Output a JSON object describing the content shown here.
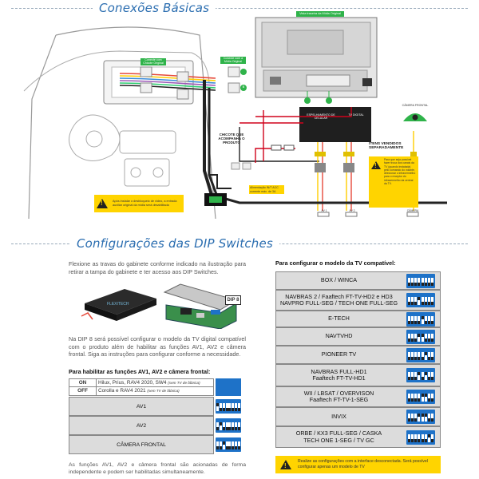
{
  "header": {
    "connections_title": "Conexões Básicas",
    "dip_title": "Configurações das DIP Switches"
  },
  "diagram": {
    "media_back_label": "Vista traseira da Mídia Original",
    "oem_harness_label": "Conecte com Chicote Original",
    "oem_media_label": "Conecte com a Mídia Original",
    "harness_label": "CHICOTE QUE ACOMPANHA O PRODUTO",
    "connector_a": "A",
    "connector_b": "B",
    "cellular_label": "ESPELHAMENTO DE CELULAR",
    "digital_tv_label": "TV DIGITAL",
    "camera_label": "CÂMERA FRONTAL",
    "separate_items": "ITENS VENDIDOS SEPARADAMENTE",
    "power_label": "Alimentação IN/T ACC corrente máx. de 3A",
    "note_install": "Após instalar o desbloqueio de vídeo, a entrada auxiliar original da mídia será desabilitada",
    "note_controller": "Para que seja possível fazer troca dos canais da TV (quando instalada) pelo comando do volante, direcionar o infravermelho para o receptor do infravermelho da central da TV.",
    "av1_tag": "AV 1",
    "av2_tag": "AV 2",
    "cam_tag": "CÂMERA"
  },
  "left": {
    "intro": "Flexione as travas do gabinete conforme indicado na ilustração para retirar a tampa do gabinete e ter acesso aos DIP Switches.",
    "dip_tag": "DIP 8",
    "body": "Na DIP 8 será possível configurar o modelo da TV digital compatível com o produto além de habilitar as funções AV1, AV2 e câmera frontal. Siga as instruções para configurar conforme a necessidade.",
    "func_title": "Para habilitar as funções AV1, AV2 e câmera frontal:",
    "on_label": "ON",
    "on_text": "Hilux, Prius, RAV4 2020, SW4",
    "on_note": "(sem TV de fábrica)",
    "off_label": "OFF",
    "off_text": "Corolla e RAV4 2021",
    "off_note": "(sem TV de fábrica)",
    "rows": [
      "AV1",
      "AV2",
      "CÂMERA FRONTAL"
    ],
    "footer": "As funções AV1, AV2 e câmera frontal são acionadas de forma independente e podem ser habilitadas simultaneamente."
  },
  "right": {
    "title": "Para configurar o modelo da TV compatível:",
    "rows": [
      {
        "l1": "BOX / WINCA",
        "l2": ""
      },
      {
        "l1": "NAVBRAS 2 / Faaftech FT-TV-HD2 e HD3",
        "l2": "NAVPRO FULL-SEG / TECH ONE FULL-SEG"
      },
      {
        "l1": "E-TECH",
        "l2": ""
      },
      {
        "l1": "NAVTVHD",
        "l2": ""
      },
      {
        "l1": "PIONEER TV",
        "l2": ""
      },
      {
        "l1": "NAVBRAS FULL-HD1",
        "l2": "Faaftech FT-TV-HD1"
      },
      {
        "l1": "WII / LBSAT / OVERVISON",
        "l2": "Faaftech FT-TV-1-SEG"
      },
      {
        "l1": "INVIX",
        "l2": ""
      },
      {
        "l1": "ORBE / KX3 FULL-SEG / CASKA",
        "l2": "TECH ONE 1-SEG / TV GC"
      }
    ],
    "warning": "Realize as configurações com a interface desconectada. Será possível configurar apenas um modelo de TV"
  },
  "colors": {
    "accent": "#2a6db0",
    "dip_blue": "#1e72c8",
    "note_yellow": "#ffd400"
  }
}
